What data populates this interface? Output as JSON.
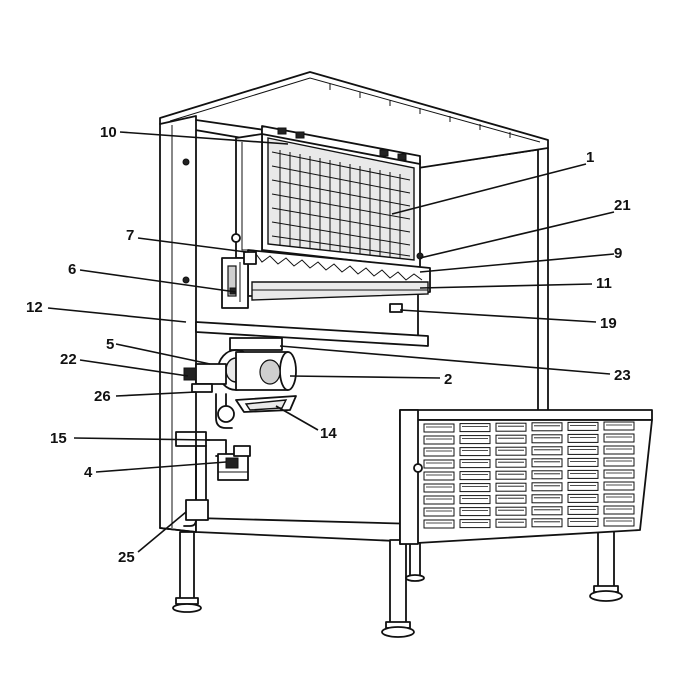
{
  "figure": {
    "callouts": [
      {
        "id": "c1",
        "label": "1"
      },
      {
        "id": "c21",
        "label": "21"
      },
      {
        "id": "c9",
        "label": "9"
      },
      {
        "id": "c11",
        "label": "11"
      },
      {
        "id": "c19",
        "label": "19"
      },
      {
        "id": "c23",
        "label": "23"
      },
      {
        "id": "c2",
        "label": "2"
      },
      {
        "id": "c14",
        "label": "14"
      },
      {
        "id": "c10",
        "label": "10"
      },
      {
        "id": "c7",
        "label": "7"
      },
      {
        "id": "c6",
        "label": "6"
      },
      {
        "id": "c12",
        "label": "12"
      },
      {
        "id": "c5",
        "label": "5"
      },
      {
        "id": "c22",
        "label": "22"
      },
      {
        "id": "c26",
        "label": "26"
      },
      {
        "id": "c15",
        "label": "15"
      },
      {
        "id": "c4",
        "label": "4"
      },
      {
        "id": "c25",
        "label": "25"
      }
    ]
  }
}
